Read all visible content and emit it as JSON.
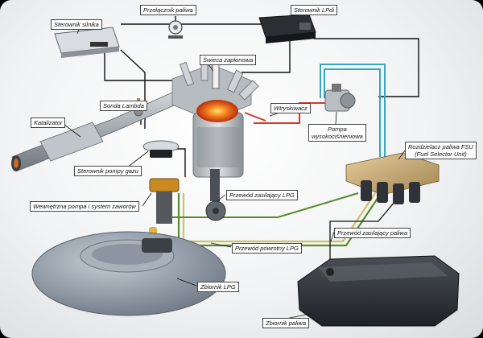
{
  "labels": {
    "przelacznik": "Przełącznik paliwa",
    "sterownik_lpdi": "Sterownik LPdi",
    "sterownik_silnika": "Sterownik silnika",
    "swieca": "Świeca zapłonowa",
    "sonda": "Sonda Lambda",
    "wtryskiwacz": "Wtryskiwacz",
    "katalizator": "Katalizator",
    "pompa_line1": "Pompa",
    "pompa_line2": "wysokociśnieniowa",
    "rozdzielacz_line1": "Rozdzielacz paliwa FSU",
    "rozdzielacz_line2": "(Fuel Selector Unit)",
    "sterownik_pompy": "Sterownik pompy gazu",
    "wewnetrzna": "Wewnętrzna pompa i system zaworów",
    "zasilajacy_lpg": "Przewód zasilający LPG",
    "powrotny_lpg": "Przewód powrotny LPG",
    "zasilajacy_paliwa": "Przewód zasilający paliwa",
    "zbiornik_lpg": "Zbiornik LPG",
    "zbiornik_paliwa": "Zbiornik paliwa"
  },
  "colors": {
    "lpg_line": "#5a8a2a",
    "lpg_line2": "#c9c36a",
    "hp_line": "#d23a2a",
    "coolant_line": "#35a5c4",
    "wire": "#111111"
  }
}
